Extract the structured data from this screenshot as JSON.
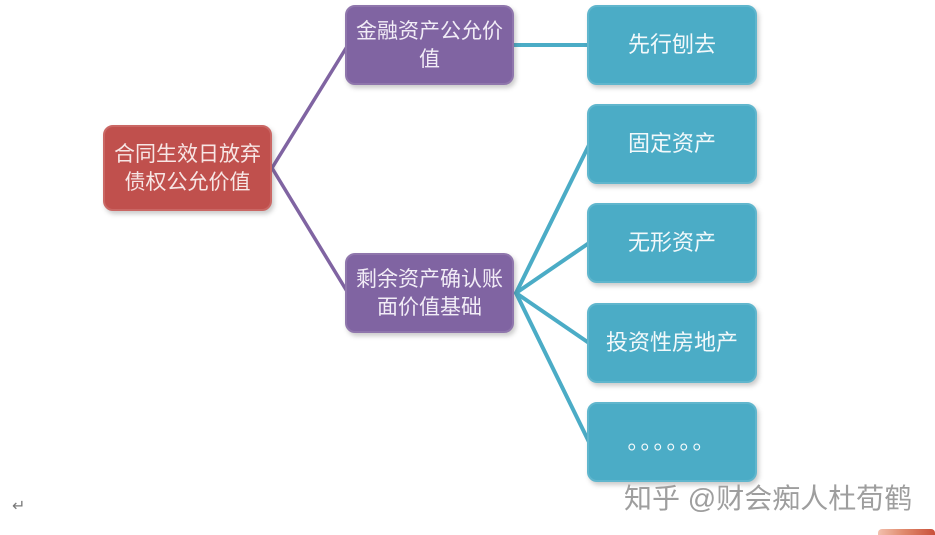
{
  "diagram": {
    "root": {
      "label": "合同生效日放弃债权公允价值"
    },
    "branches": [
      {
        "label": "金融资产公允价值",
        "children": [
          {
            "label": "先行刨去"
          }
        ]
      },
      {
        "label": "剩余资产确认账面价值基础",
        "children": [
          {
            "label": "固定资产"
          },
          {
            "label": "无形资产"
          },
          {
            "label": "投资性房地产"
          },
          {
            "label": "。。。。。。"
          }
        ]
      }
    ],
    "colors": {
      "root_fill": "#C0504D",
      "branch_fill": "#8064A2",
      "leaf_fill": "#4BACC6",
      "purple_connector": "#8064A2",
      "teal_connector": "#4BACC6"
    }
  },
  "watermark": {
    "text": "知乎 @财会痴人杜荀鹤",
    "color": "#9E9E9E"
  },
  "page": {
    "paragraph_mark": "↵"
  }
}
